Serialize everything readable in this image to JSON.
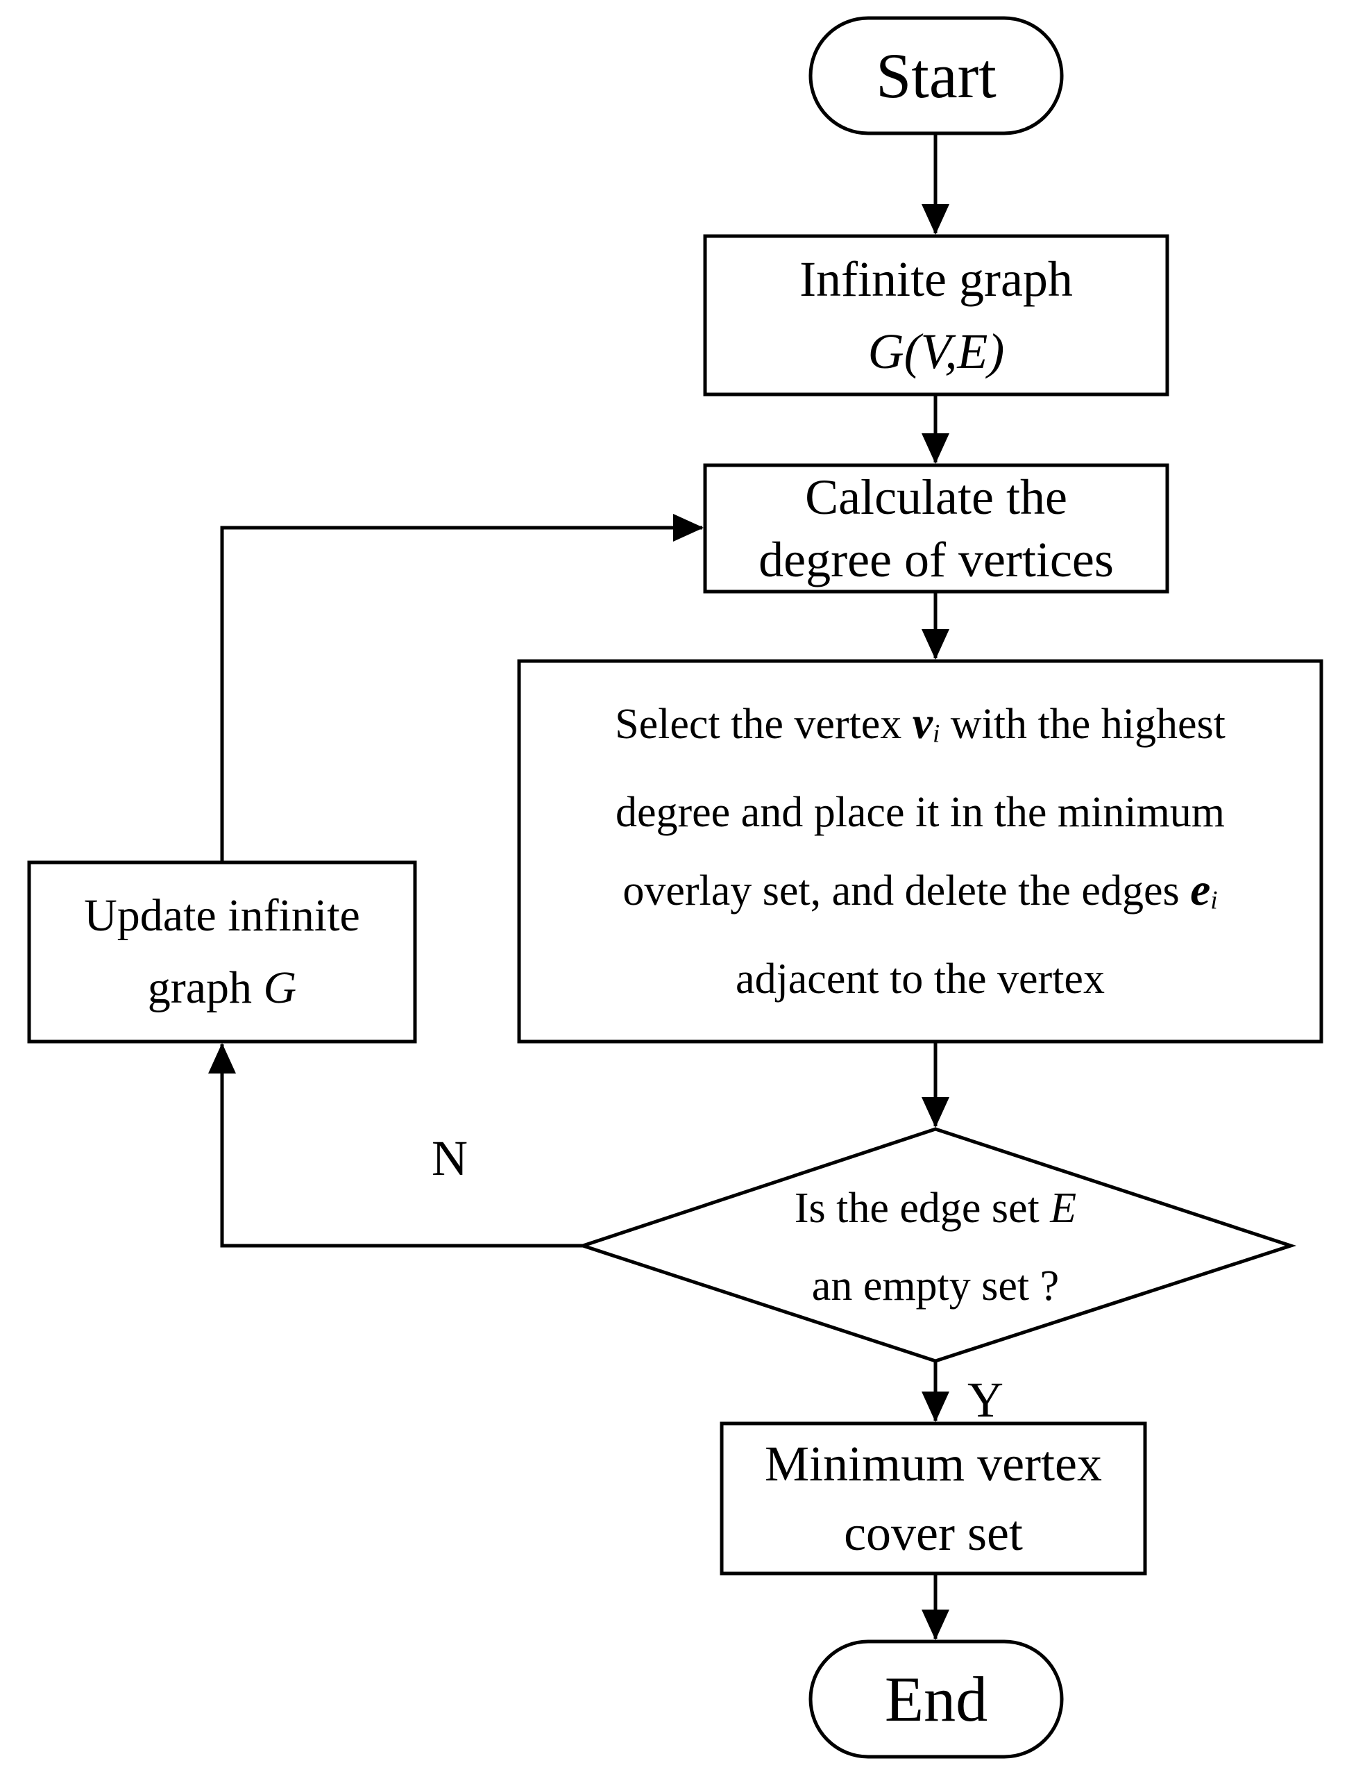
{
  "page": {
    "background": "#ffffff",
    "ink": "#000000"
  },
  "flowchart": {
    "nodes": {
      "start": {
        "shape": "terminator",
        "label": "Start"
      },
      "infinite_graph": {
        "shape": "process",
        "lines": [
          "Infinite graph",
          [
            {
              "t": "G(V,E)",
              "i": true
            }
          ]
        ]
      },
      "calculate_degree": {
        "shape": "process",
        "lines": [
          "Calculate the",
          "degree of vertices"
        ]
      },
      "select_vertex": {
        "shape": "process",
        "lines": [
          [
            {
              "t": "Select the vertex "
            },
            {
              "t": "v",
              "i": true,
              "b": true
            },
            {
              "t": "i",
              "sub": true
            },
            {
              "t": " with the highest"
            }
          ],
          "degree and place it in the minimum",
          [
            {
              "t": "overlay set, and delete the edges "
            },
            {
              "t": "e",
              "i": true,
              "b": true
            },
            {
              "t": "i",
              "sub": true
            }
          ],
          "adjacent to the vertex"
        ]
      },
      "update_graph": {
        "shape": "process",
        "lines": [
          "Update infinite",
          [
            {
              "t": "graph "
            },
            {
              "t": "G",
              "i": true
            }
          ]
        ]
      },
      "empty_set_decision": {
        "shape": "decision",
        "lines": [
          [
            {
              "t": "Is the edge set "
            },
            {
              "t": "E",
              "i": true
            }
          ],
          "an empty set ?"
        ]
      },
      "min_cover": {
        "shape": "process",
        "lines": [
          "Minimum vertex",
          "cover set"
        ]
      },
      "end": {
        "shape": "terminator",
        "label": "End"
      }
    },
    "branch_labels": {
      "no": "N",
      "yes": "Y"
    }
  }
}
